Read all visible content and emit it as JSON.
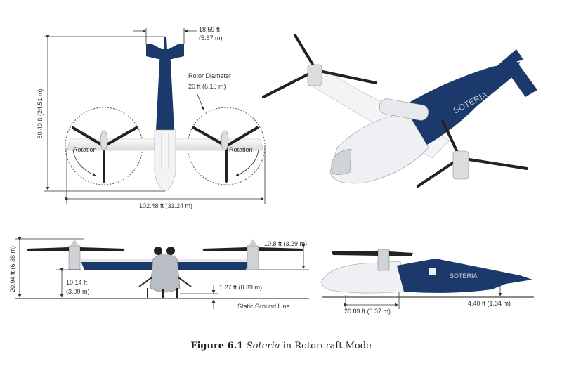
{
  "colors": {
    "navy": "#1b3a6b",
    "white_body": "#eef0f3",
    "blade": "#222222"
  },
  "top_view": {
    "tail_width": "18.59 ft",
    "tail_width_m": "(5.67 m)",
    "rotor_label": "Rotor Diameter",
    "rotor_value": "20 ft (6.10 m)",
    "length": "80.40 ft (24.51 m)",
    "span": "102.48 ft (31.24 m)",
    "rotation_left": "Rotation",
    "rotation_right": "Rotation"
  },
  "front_view": {
    "height": "20.94 ft (6.38 m)",
    "wing_height": "10.14 ft",
    "wing_height_m": "(3.09 m)",
    "nacelle_height": "10.8 ft (3.29 m)",
    "clearance": "1.27 ft (0.39 m)",
    "ground_line": "Static Ground Line"
  },
  "side_view": {
    "brand": "SOTERIA",
    "gear_distance": "20.89 ft (6.37 m)",
    "tail_clearance": "4.40 ft (1.34 m)"
  },
  "perspective_view": {
    "brand": "SOTERIA"
  },
  "caption": {
    "prefix": "Figure 6.1 ",
    "name": "Soteria",
    "suffix": " in Rotorcraft Mode"
  }
}
